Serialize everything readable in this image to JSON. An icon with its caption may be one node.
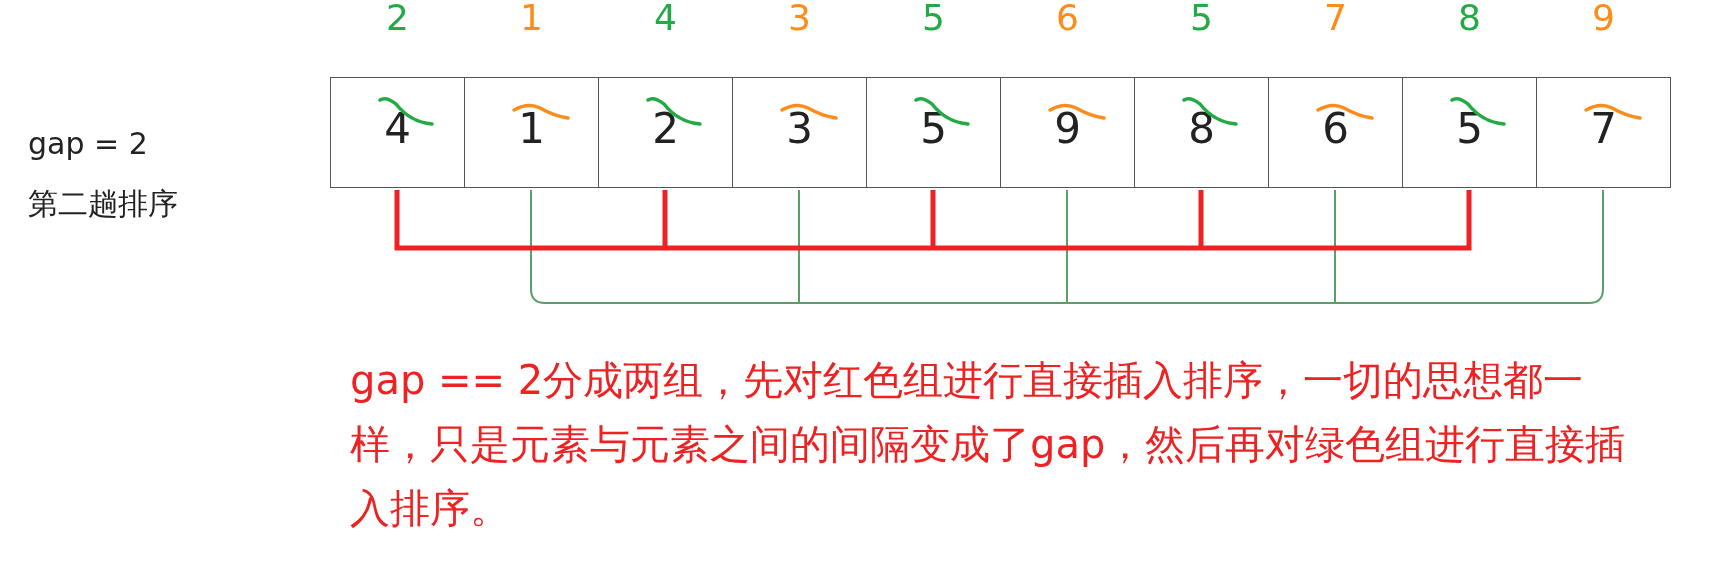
{
  "diagram": {
    "nodes": [
      {
        "text": [
          "4"
        ],
        "beside": [
          "2"
        ]
      },
      {
        "text": [
          "1"
        ],
        "beside": [
          "1"
        ]
      },
      {
        "text": [
          "2"
        ],
        "beside": [
          "4"
        ]
      },
      {
        "text": [
          "3"
        ],
        "beside": [
          "3"
        ]
      },
      {
        "text": [
          "5"
        ],
        "beside": [
          "5"
        ]
      },
      {
        "text": [
          "9"
        ],
        "beside": [
          "6"
        ]
      },
      {
        "text": [
          "8"
        ],
        "beside": [
          "5"
        ]
      },
      {
        "text": [
          "6"
        ],
        "beside": [
          "7"
        ]
      },
      {
        "text": [
          "5"
        ],
        "beside": [
          "8"
        ]
      },
      {
        "text": [
          "7"
        ],
        "beside": [
          "9"
        ]
      }
    ],
    "edges": [],
    "labels": [
      "gap = 2",
      "第二趟排序",
      "gap == 2分成两组，先对红色组进行直接插入排序，一切的思想都一样，只是元素与元素之间的间隔变成了gap，然后再对绿色组进行直接插入排序。"
    ]
  }
}
